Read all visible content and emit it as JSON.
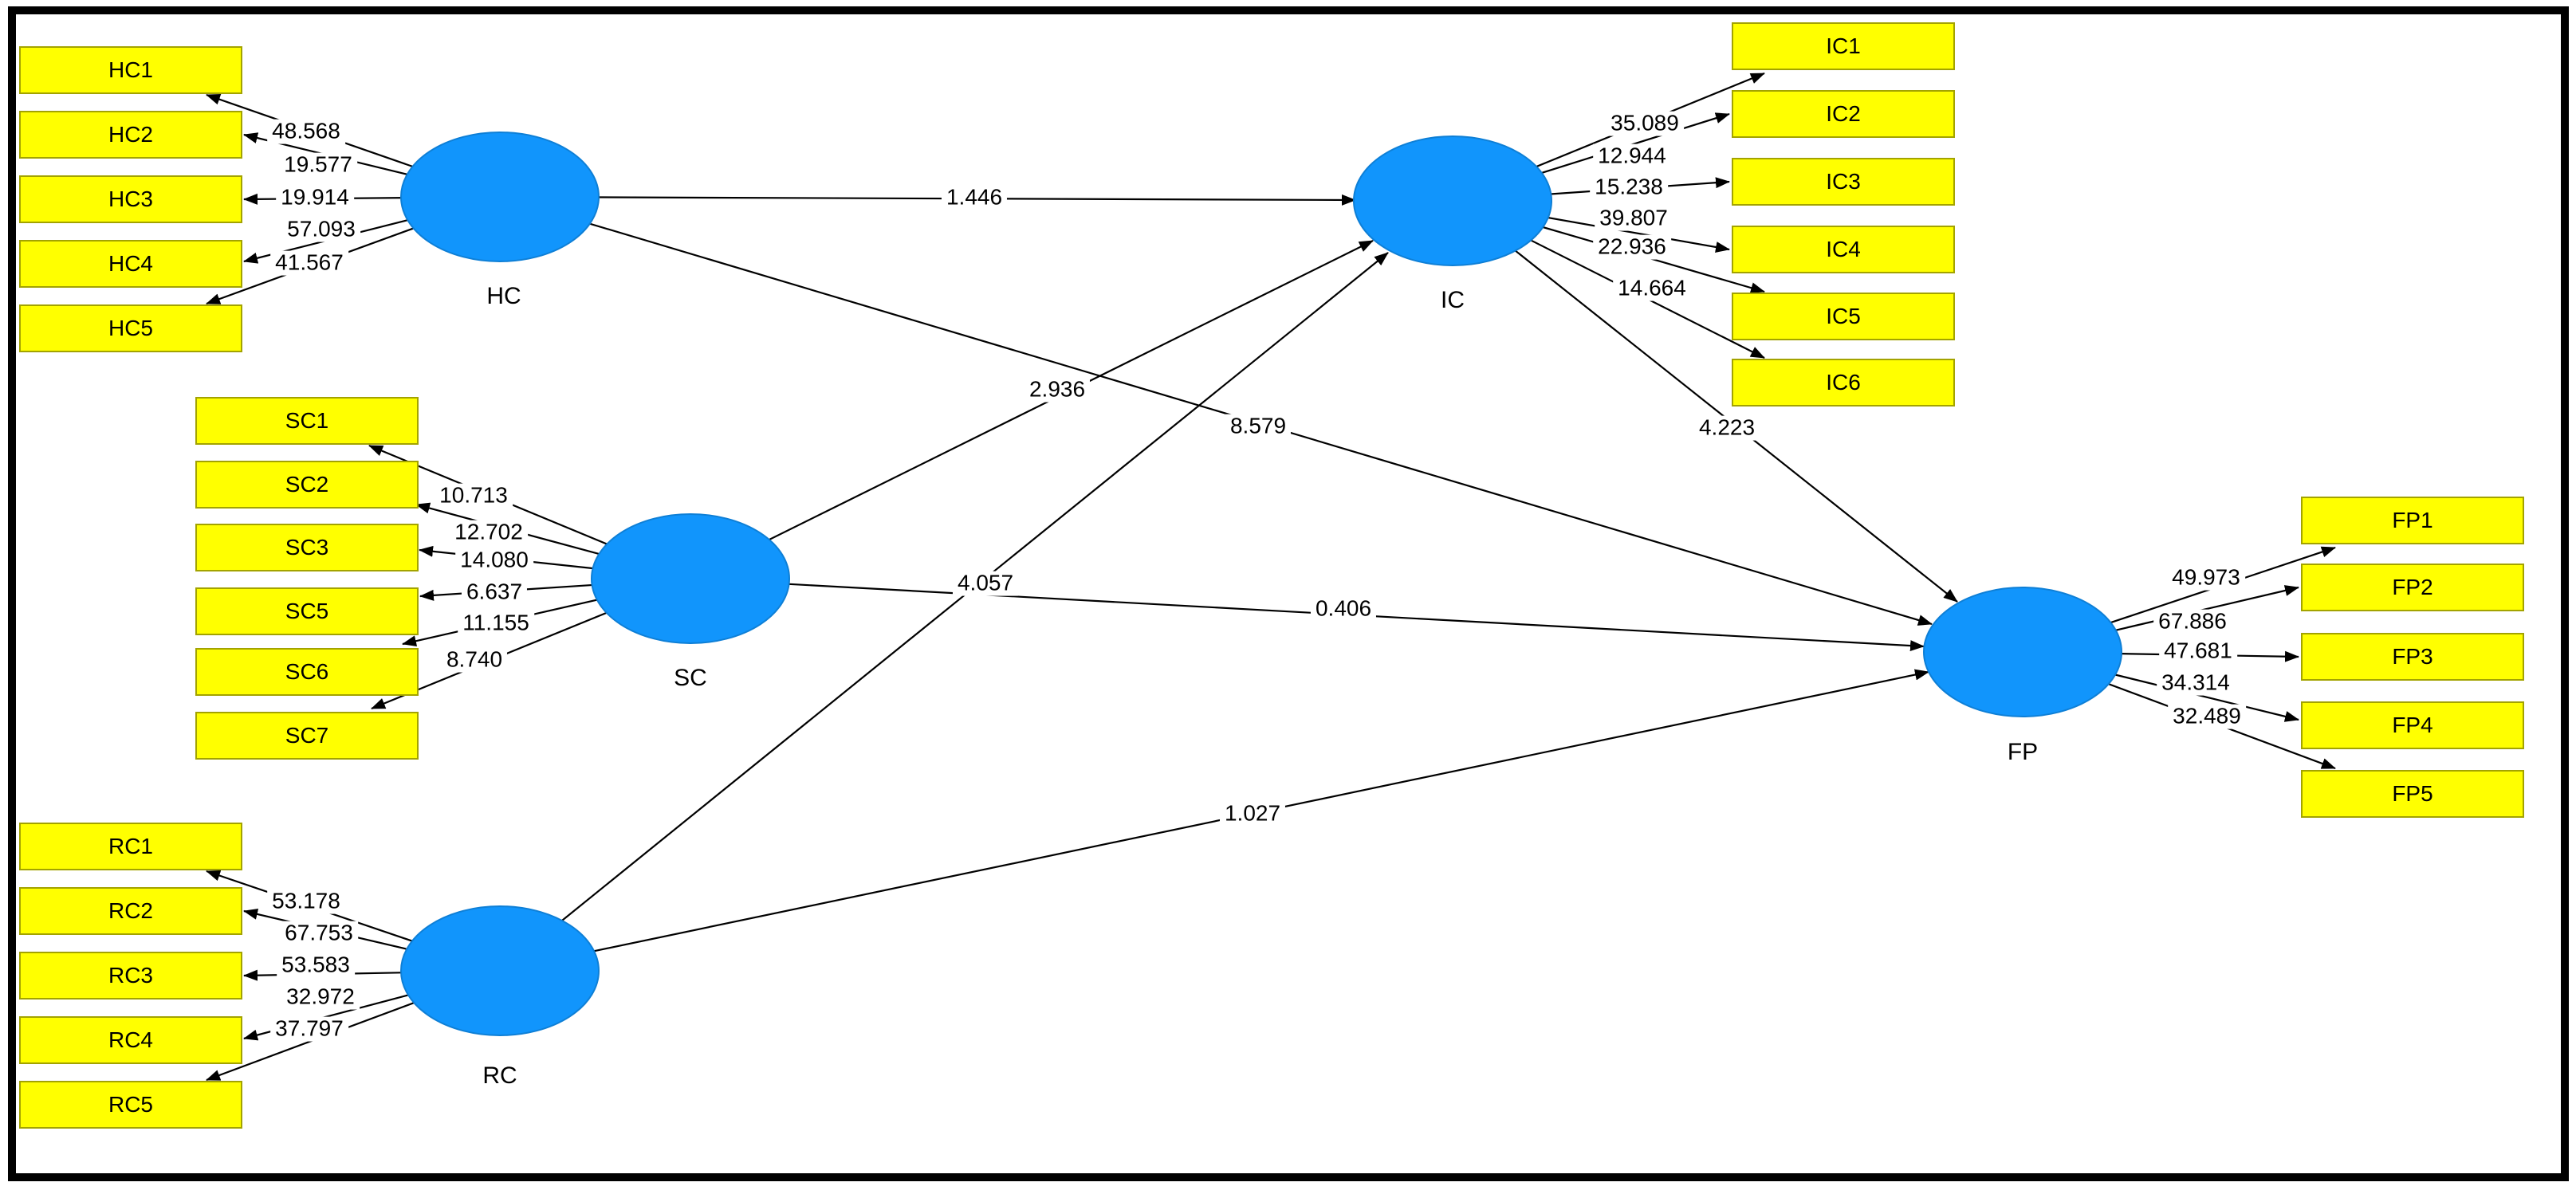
{
  "model": {
    "constructs": [
      {
        "id": "HC",
        "label": "HC",
        "indicators": [
          {
            "id": "HC1",
            "loading": "48.568"
          },
          {
            "id": "HC2",
            "loading": "19.577"
          },
          {
            "id": "HC3",
            "loading": "19.914"
          },
          {
            "id": "HC4",
            "loading": "57.093"
          },
          {
            "id": "HC5",
            "loading": "41.567"
          }
        ]
      },
      {
        "id": "SC",
        "label": "SC",
        "indicators": [
          {
            "id": "SC1",
            "loading": "10.713"
          },
          {
            "id": "SC2",
            "loading": "12.702"
          },
          {
            "id": "SC3",
            "loading": "14.080"
          },
          {
            "id": "SC5",
            "loading": "6.637"
          },
          {
            "id": "SC6",
            "loading": "11.155"
          },
          {
            "id": "SC7",
            "loading": "8.740"
          }
        ]
      },
      {
        "id": "RC",
        "label": "RC",
        "indicators": [
          {
            "id": "RC1",
            "loading": "53.178"
          },
          {
            "id": "RC2",
            "loading": "67.753"
          },
          {
            "id": "RC3",
            "loading": "53.583"
          },
          {
            "id": "RC4",
            "loading": "32.972"
          },
          {
            "id": "RC5",
            "loading": "37.797"
          }
        ]
      },
      {
        "id": "IC",
        "label": "IC",
        "indicators": [
          {
            "id": "IC1",
            "loading": "35.089"
          },
          {
            "id": "IC2",
            "loading": "12.944"
          },
          {
            "id": "IC3",
            "loading": "15.238"
          },
          {
            "id": "IC4",
            "loading": "39.807"
          },
          {
            "id": "IC5",
            "loading": "22.936"
          },
          {
            "id": "IC6",
            "loading": "14.664"
          }
        ]
      },
      {
        "id": "FP",
        "label": "FP",
        "indicators": [
          {
            "id": "FP1",
            "loading": "49.973"
          },
          {
            "id": "FP2",
            "loading": "67.886"
          },
          {
            "id": "FP3",
            "loading": "47.681"
          },
          {
            "id": "FP4",
            "loading": "34.314"
          },
          {
            "id": "FP5",
            "loading": "32.489"
          }
        ]
      }
    ],
    "paths": [
      {
        "from": "HC",
        "to": "IC",
        "value": "1.446"
      },
      {
        "from": "SC",
        "to": "IC",
        "value": "2.936"
      },
      {
        "from": "RC",
        "to": "IC",
        "value": "4.057"
      },
      {
        "from": "HC",
        "to": "FP",
        "value": "8.579"
      },
      {
        "from": "SC",
        "to": "FP",
        "value": "0.406"
      },
      {
        "from": "RC",
        "to": "FP",
        "value": "1.027"
      },
      {
        "from": "IC",
        "to": "FP",
        "value": "4.223"
      }
    ],
    "colors": {
      "latent_fill": "#1195fc",
      "latent_stroke": "#0e7fd6",
      "indicator_fill": "#ffff00",
      "indicator_stroke": "#a3a300",
      "arrow": "#000000",
      "frame": "#000000"
    }
  }
}
